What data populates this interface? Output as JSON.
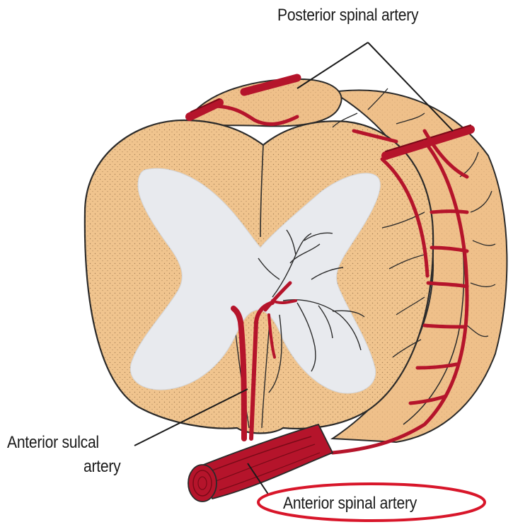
{
  "labels": {
    "posterior_spinal_artery": "Posterior spinal artery",
    "anterior_sulcal_artery_line1": "Anterior sulcal",
    "anterior_sulcal_artery_line2": "artery",
    "anterior_spinal_artery": "Anterior spinal artery"
  },
  "colors": {
    "cord_tan": "#f0c48e",
    "cord_side": "#efc08a",
    "gray_matter": "#e8eaee",
    "artery_red": "#b5142b",
    "artery_dark": "#7a0a18",
    "highlight_ellipse": "#d8162a",
    "outline": "#2a2a2a"
  }
}
